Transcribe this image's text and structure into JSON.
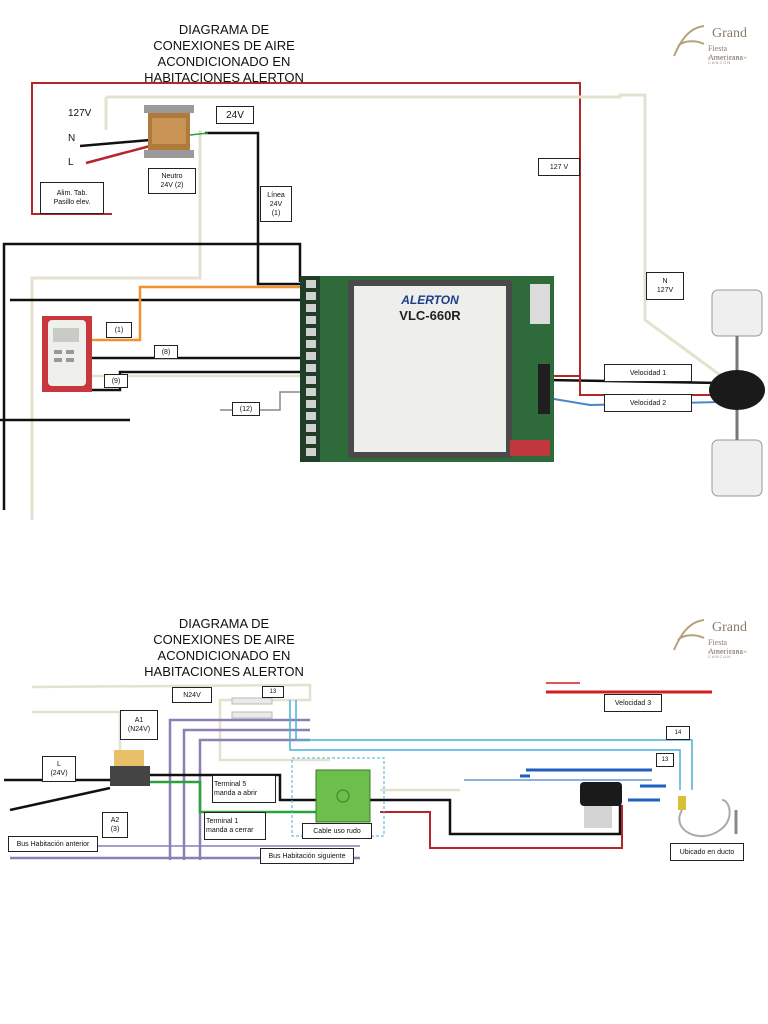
{
  "diagrams": [
    {
      "title": "DIAGRAMA DE CONEXIONES DE AIRE ACONDICIONADO EN HABITACIONES ALERTON",
      "labels": {
        "v127": "127V",
        "n": "N",
        "l": "L",
        "v24": "24V",
        "alim": "Alim. Tab.\nPasillo elev.",
        "neutro": "Neutro\n24V (2)",
        "linea": "Línea\n24V\n(1)",
        "b127": "127 V",
        "n127": "N\n127V",
        "c1": "(1)",
        "c8": "(8)",
        "c9": "(9)",
        "c12": "(12)",
        "vel1": "Velocidad 1",
        "vel2": "Velocidad 2"
      },
      "controller": {
        "brand": "ALERTON",
        "model": "VLC-660R"
      }
    },
    {
      "title": "DIAGRAMA DE CONEXIONES DE AIRE ACONDICIONADO EN HABITACIONES ALERTON",
      "labels": {
        "n24": "N24V",
        "c13a": "13",
        "a1": "A1\n(N24V)",
        "l24": "L\n(24V)",
        "a2": "A2\n(3)",
        "bus_prev": "Bus Habitación anterior",
        "bus_next": "Bus Habitación siguiente",
        "t5": "Terminal 5\nmanda a abrir",
        "t1": "Terminal 1\nmanda a cerrar",
        "cable": "Cable uso rudo",
        "vel3": "Velocidad 3",
        "c14": "14",
        "c13b": "13",
        "ducto": "Ubicado en ducto"
      }
    }
  ],
  "logo": {
    "name": "Grand",
    "sub": "Fiesta Americana",
    "tag": "CORAL BEACH CANCÚN"
  },
  "colors": {
    "red": "#b5262b",
    "orange": "#f0922e",
    "blue": "#4a86c8",
    "green": "#2aa33b",
    "purple": "#8b7fb3",
    "cream": "#e8e4d3",
    "black": "#111111"
  }
}
